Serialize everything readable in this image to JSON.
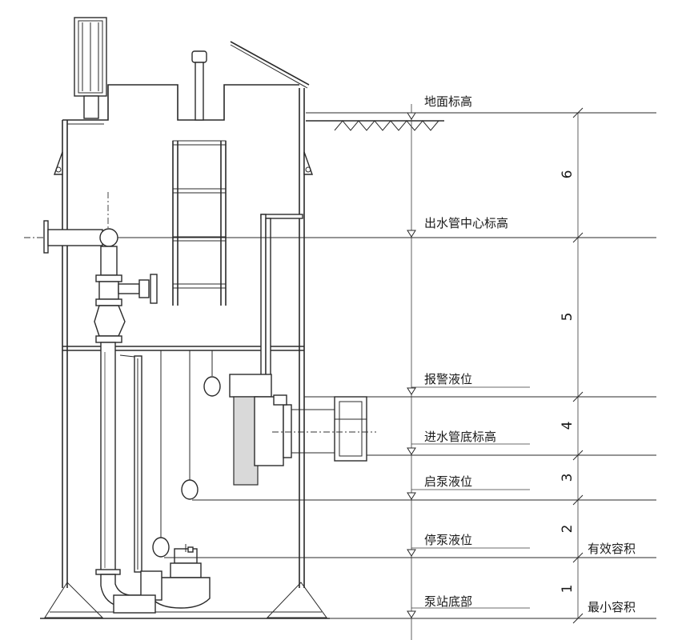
{
  "levels": {
    "ground": "地面标高",
    "outlet_center": "出水管中心标高",
    "alarm": "报警液位",
    "inlet_bottom": "进水管底标高",
    "pump_start": "启泵液位",
    "pump_stop": "停泵液位",
    "station_bottom": "泵站底部"
  },
  "dimensions": [
    "6",
    "5",
    "4",
    "3",
    "2",
    "1"
  ],
  "volumes": {
    "effective": "有效容积",
    "minimum": "最小容积"
  }
}
